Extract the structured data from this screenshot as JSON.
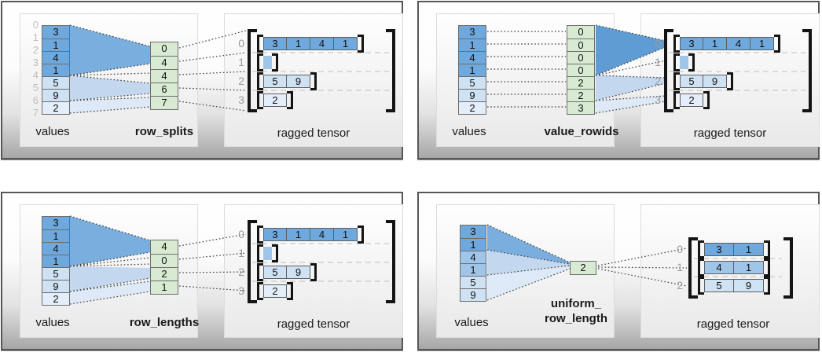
{
  "colors": {
    "blue-dark": "#6fa8dc",
    "blue-mid": "#9fc5e8",
    "blue-light": "#cfe2f3",
    "blue-lightest": "#e3eefa",
    "green": "#d9ead3",
    "fan-dark": "#7aaede",
    "fan-dark2": "#5f9cd4",
    "fan-mid": "#c3d8ef",
    "fan-light": "#dde9f6"
  },
  "panels": [
    {
      "name": "row_splits",
      "values_label": "values",
      "key_label_lines": [
        "row_splits"
      ],
      "tensor_label": "ragged tensor",
      "value_indices": [
        "0",
        "1",
        "2",
        "3",
        "4",
        "5",
        "6",
        "7"
      ],
      "values": [
        "3",
        "1",
        "4",
        "1",
        "5",
        "9",
        "2"
      ],
      "keys": [
        "0",
        "4",
        "4",
        "6",
        "7"
      ],
      "tensor": {
        "row_indices": [
          "0",
          "1",
          "2",
          "3"
        ],
        "rows": [
          [
            "3",
            "1",
            "4",
            "1"
          ],
          [],
          [
            "5",
            "9"
          ],
          [
            "2"
          ]
        ]
      }
    },
    {
      "name": "value_rowids",
      "values_label": "values",
      "key_label_lines": [
        "value_rowids"
      ],
      "tensor_label": "ragged tensor",
      "values": [
        "3",
        "1",
        "4",
        "1",
        "5",
        "9",
        "2"
      ],
      "keys": [
        "0",
        "0",
        "0",
        "0",
        "2",
        "2",
        "3"
      ],
      "tensor": {
        "row_indices": [
          "0",
          "1",
          "2",
          "3"
        ],
        "rows": [
          [
            "3",
            "1",
            "4",
            "1"
          ],
          [],
          [
            "5",
            "9"
          ],
          [
            "2"
          ]
        ]
      }
    },
    {
      "name": "row_lengths",
      "values_label": "values",
      "key_label_lines": [
        "row_lengths"
      ],
      "tensor_label": "ragged tensor",
      "values": [
        "3",
        "1",
        "4",
        "1",
        "5",
        "9",
        "2"
      ],
      "keys": [
        "4",
        "0",
        "2",
        "1"
      ],
      "tensor": {
        "row_indices": [
          "0",
          "1",
          "2",
          "3"
        ],
        "rows": [
          [
            "3",
            "1",
            "4",
            "1"
          ],
          [],
          [
            "5",
            "9"
          ],
          [
            "2"
          ]
        ]
      }
    },
    {
      "name": "uniform_row_length",
      "values_label": "values",
      "key_label_lines": [
        "uniform_",
        "row_length"
      ],
      "tensor_label": "ragged tensor",
      "values": [
        "3",
        "1",
        "4",
        "1",
        "5",
        "9"
      ],
      "keys": [
        "2"
      ],
      "tensor": {
        "row_indices": [
          "0",
          "1",
          "2"
        ],
        "rows": [
          [
            "3",
            "1"
          ],
          [
            "4",
            "1"
          ],
          [
            "5",
            "9"
          ]
        ]
      }
    }
  ]
}
